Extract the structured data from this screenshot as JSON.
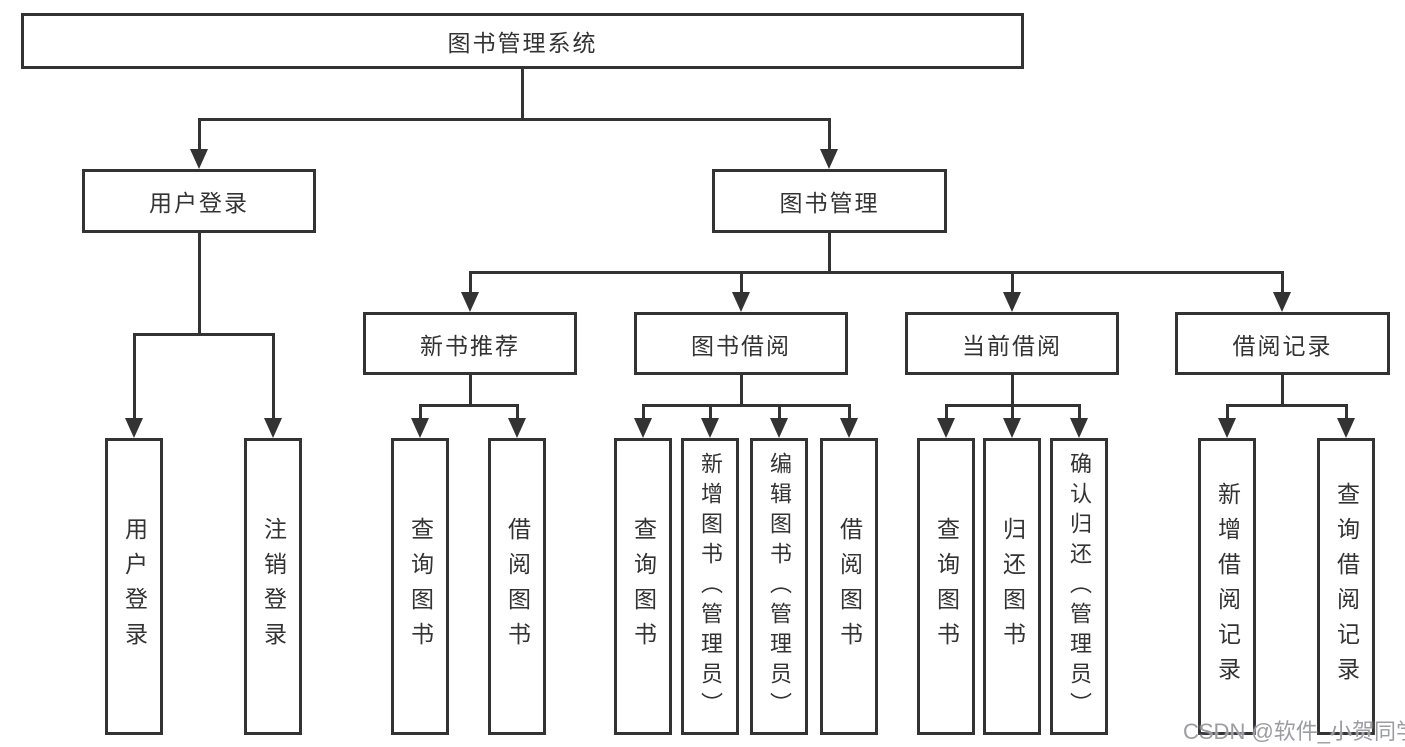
{
  "diagram": {
    "title": "图书管理系统",
    "root": {
      "label": "图书管理系统"
    },
    "level2": [
      {
        "label": "用户登录"
      },
      {
        "label": "图书管理"
      }
    ],
    "level3": [
      {
        "label": "新书推荐"
      },
      {
        "label": "图书借阅"
      },
      {
        "label": "当前借阅"
      },
      {
        "label": "借阅记录"
      }
    ],
    "leaves": {
      "user_login": [
        {
          "label": "用户登录"
        },
        {
          "label": "注销登录"
        }
      ],
      "new_book": [
        {
          "label": "查询图书"
        },
        {
          "label": "借阅图书"
        }
      ],
      "book_borrow": [
        {
          "label": "查询图书"
        },
        {
          "label": "新增图书（管理员）"
        },
        {
          "label": "编辑图书（管理员）"
        },
        {
          "label": "借阅图书"
        }
      ],
      "current_borrow": [
        {
          "label": "查询图书"
        },
        {
          "label": "归还图书"
        },
        {
          "label": "确认归还（管理员）"
        }
      ],
      "borrow_record": [
        {
          "label": "新增借阅记录"
        },
        {
          "label": "查询借阅记录"
        }
      ]
    },
    "watermark": "CSDN @软件_小贺同学",
    "colors": {
      "line": "#333333",
      "box_border": "#333333",
      "box_bg": "#ffffff",
      "text": "#333333",
      "watermark": "#9c9ca4"
    }
  }
}
